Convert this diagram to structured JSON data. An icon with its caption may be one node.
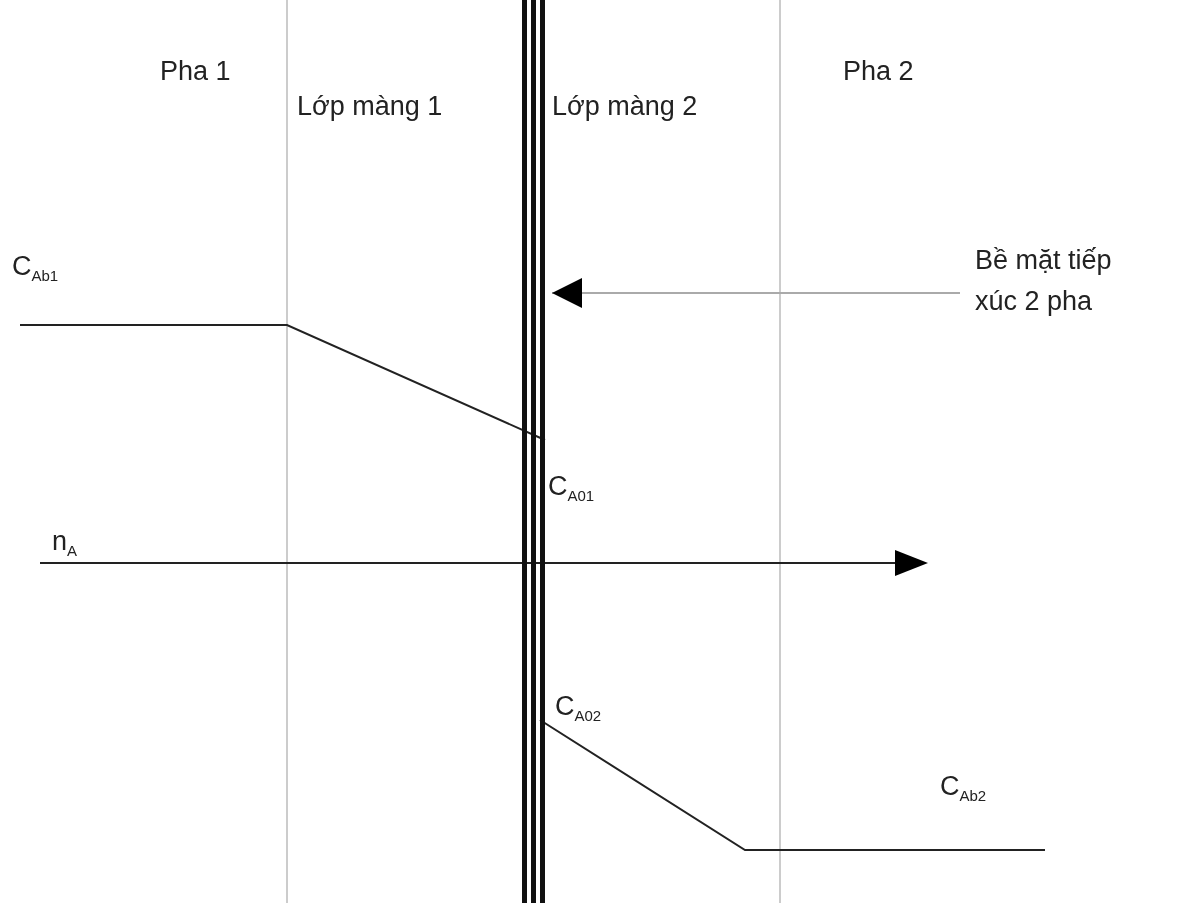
{
  "diagram": {
    "nodes": [
      {
        "text": [
          "Bề mặt tiếp xúc 2 pha"
        ]
      },
      {
        "text": [],
        "shape": "bar"
      }
    ],
    "edges": [
      {
        "from": 0,
        "to": 1,
        "arrow": "to"
      }
    ],
    "labels": [
      "Pha 1",
      "Lớp màng 1",
      "Lớp màng 2",
      "Pha 2",
      "C$_{Ab1}$",
      "C$_{A01}$",
      "n$_{A}$",
      "C$_{A02}$",
      "C$_{Ab2}$"
    ]
  }
}
